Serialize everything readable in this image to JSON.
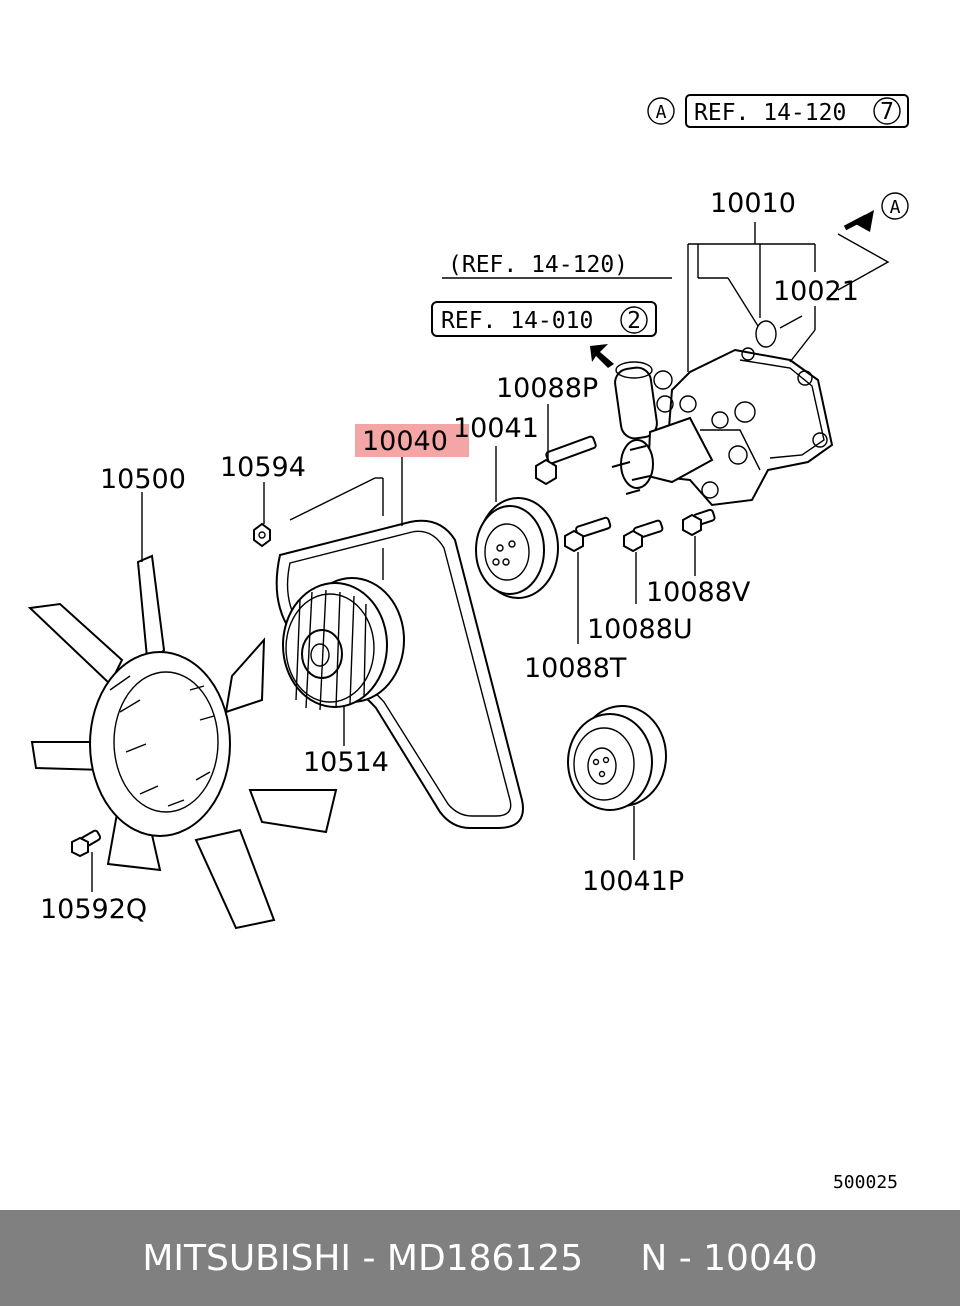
{
  "labels": {
    "p10010": "10010",
    "p10021": "10021",
    "p10088P": "10088P",
    "p10041": "10041",
    "p10040": "10040",
    "p10594": "10594",
    "p10500": "10500",
    "p10514": "10514",
    "p10088V": "10088V",
    "p10088U": "10088U",
    "p10088T": "10088T",
    "p10041P": "10041P",
    "p10592Q": "10592Q"
  },
  "refs": {
    "ref_top": "REF. 14-120",
    "ref_top_circle": "7",
    "ref_paren": "(REF. 14-120)",
    "ref_mid": "REF. 14-010",
    "ref_mid_circle": "2",
    "marker_a": "A"
  },
  "drawing_number": "500025",
  "footer": {
    "brand": "MITSUBISHI",
    "part_number": "MD186125",
    "ref": "N - 10040",
    "text": "MITSUBISHI - MD186125     N - 10040"
  },
  "colors": {
    "highlight": "#f4a6a6",
    "footer_bg": "#808080",
    "footer_text": "#ffffff"
  }
}
